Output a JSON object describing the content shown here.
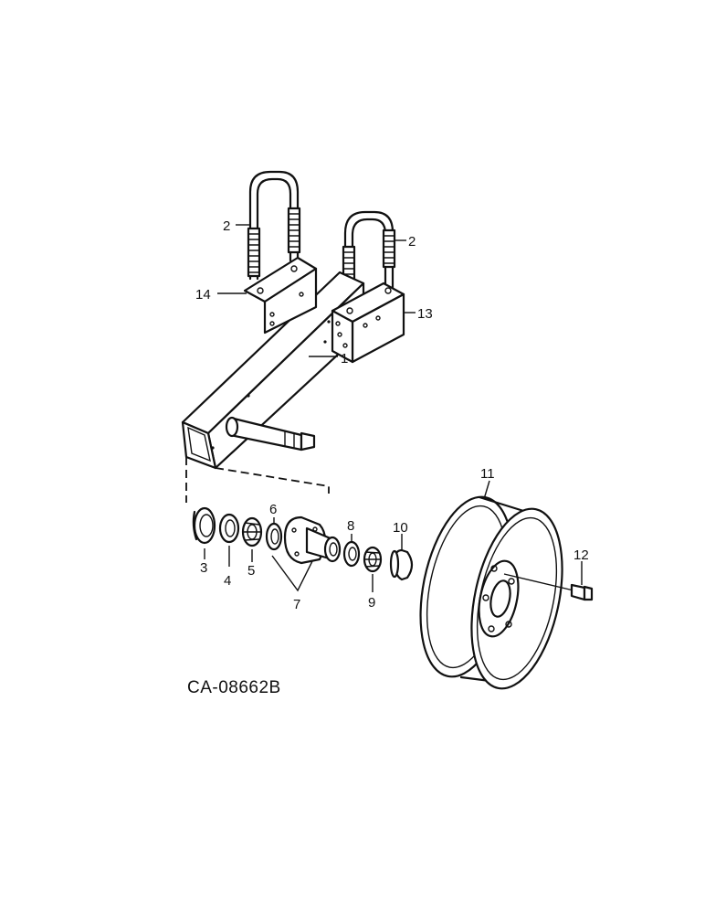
{
  "diagram_code": "CA-08662B",
  "callouts": {
    "c1": "1",
    "c2a": "2",
    "c2b": "2",
    "c3": "3",
    "c4": "4",
    "c5": "5",
    "c6": "6",
    "c7": "7",
    "c8": "8",
    "c9": "9",
    "c10": "10",
    "c11": "11",
    "c12": "12",
    "c13": "13",
    "c14": "14"
  }
}
